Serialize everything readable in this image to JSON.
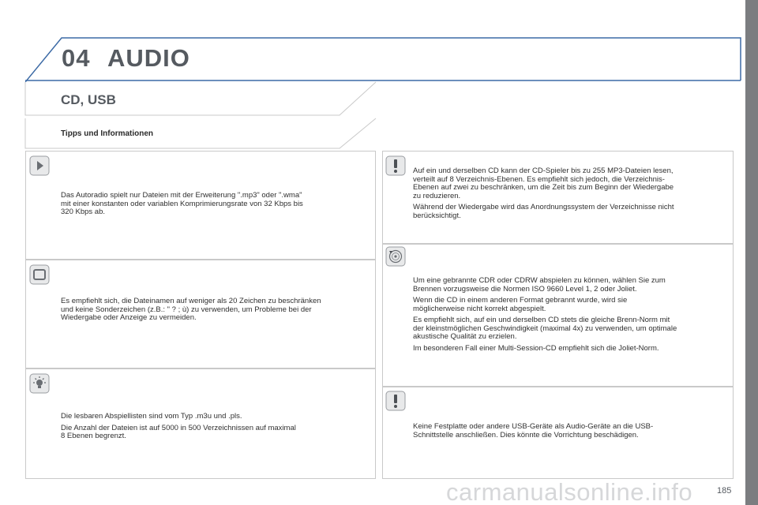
{
  "header": {
    "chapter_number": "04",
    "chapter_title": "AUDIO"
  },
  "section": {
    "title": "CD, USB",
    "subtitle": "Tipps und Informationen"
  },
  "left_column": [
    {
      "icon": "arrow-right-icon",
      "paragraphs": [
        "Das Autoradio spielt nur Dateien mit der Erweiterung \".mp3\" oder \".wma\"\nmit einer konstanten oder variablen Komprimierungsrate von 32 Kbps bis\n320 Kbps ab."
      ]
    },
    {
      "icon": "note-box-icon",
      "paragraphs": [
        "Es empfiehlt sich, die Dateinamen auf weniger als 20 Zeichen zu beschränken\nund keine Sonderzeichen (z.B.: \" ? ; ù) zu verwenden, um Probleme bei der\nWiedergabe oder Anzeige zu vermeiden."
      ]
    },
    {
      "icon": "lightbulb-icon",
      "paragraphs": [
        "Die lesbaren Abspiellisten sind vom Typ .m3u und .pls.",
        "Die Anzahl der Dateien ist auf 5000 in 500 Verzeichnissen auf maximal\n8 Ebenen begrenzt."
      ]
    }
  ],
  "right_column": [
    {
      "icon": "warning-icon",
      "paragraphs": [
        "Auf ein und derselben CD kann der CD-Spieler bis zu 255 MP3-Dateien lesen,\nverteilt auf 8 Verzeichnis-Ebenen. Es empfiehlt sich jedoch, die Verzeichnis-\nEbenen auf zwei zu beschränken, um die Zeit bis zum Beginn der Wiedergabe\nzu reduzieren.",
        "Während der Wiedergabe wird das Anordnungssystem der Verzeichnisse nicht\nberücksichtigt."
      ]
    },
    {
      "icon": "recycle-icon",
      "paragraphs": [
        "Um eine gebrannte CDR oder CDRW abspielen zu können, wählen Sie zum\nBrennen vorzugsweise die Normen ISO 9660 Level 1, 2 oder Joliet.",
        "Wenn die CD in einem anderen Format gebrannt wurde, wird sie\nmöglicherweise nicht korrekt abgespielt.",
        "Es empfiehlt sich, auf ein und derselben CD stets die gleiche Brenn-Norm mit\nder kleinstmöglichen Geschwindigkeit (maximal 4x) zu verwenden, um optimale\nakustische Qualität zu erzielen.",
        "Im besonderen Fall einer Multi-Session-CD empfiehlt sich die Joliet-Norm."
      ]
    },
    {
      "icon": "warning-icon",
      "paragraphs": [
        "Keine Festplatte oder andere USB-Geräte als Audio-Geräte an die USB-\nSchnittstelle anschließen. Dies könnte die Vorrichtung beschädigen."
      ]
    }
  ],
  "page_number": "185",
  "watermark": "carmanualsonline.info"
}
